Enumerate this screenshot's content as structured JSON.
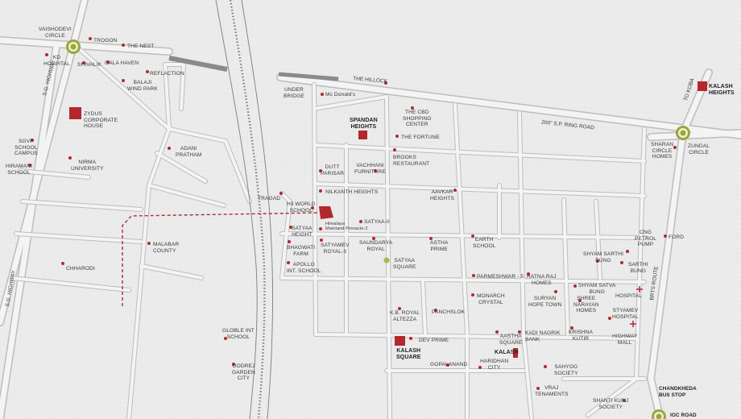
{
  "roads": {
    "sg_highway_top": "S.G. HIGHWAY",
    "sg_highway_bottom": "S.G. HIGHWAY",
    "the_hillock": "THE HILLOCK",
    "ring_road": "200\" S.P. RING ROAD",
    "koba_road": "TO KOBA",
    "brts_route": "BRTS ROUTE",
    "ioc_road": "IOC ROAD"
  },
  "landmarks": {
    "vaishodevi_circle": "VAISHODEVI\nCIRCLE",
    "kd_hospital": "KD\nHOSPITAL",
    "trogon": "TROGON",
    "the_nest": "THE NEST",
    "shivalik": "SHIVALIK",
    "gala_haven": "GALA HAVEN",
    "reflaction": "REFLACTION",
    "balaji_wind_park": "BALAJI\nWIND PARK",
    "zydus": "ZYDUS\nCORPORATE\nHOUSE",
    "sgvp": "SGVP\nSCHOOL\nCAMPUS",
    "nirma": "NIRMA\nUNIVERSITY",
    "hiramani": "HIRAMANI\nSCHOOL",
    "adani_pratham": "ADANI\nPRATHAM",
    "malabar_county": "MALABAR\nCOUNTY",
    "chharodi": "CHHARODI",
    "globle_int_school": "GLOBLE INT\nSCHOOL",
    "godrej_garden_city": "GODREJ\nGARDEN\nCITY",
    "under_bridge": "UNDER\nBRIDGE",
    "mcdonalds": "Mc Donald's",
    "spandan_heights": "SPANDAN\nHEIGHTS",
    "cbd_shopping": "THE CBD\nSHOPPING\nCENTER",
    "the_fortune": "THE FORTUNE",
    "dutt_parisar": "DUTT\nPARISAR",
    "vachhani_furniture": "VACHHANI\nFURNITURE",
    "brooks_restaurant": "BROOKS\nRESTAURANT",
    "tragad": "TRAGAD",
    "h3_world_school": "H3 WORLD\nSCHOOL",
    "nilkanth_heights": "NILKANTH HEIGHTS",
    "aavkar_heights": "AAVKAR\nHEIGHTS",
    "himalaya_mainland": "Himalaya\nMainland Pinnacle-2",
    "satyaa_ii": "SATYAA-II",
    "satyaa_height": "SATYAA\nHEIGHT",
    "bhagwati_farm": "BHAGWATI\nFARM",
    "satyamev_royal3": "SATYAMEV\nROYAL-3",
    "saundarya_royal": "SAUNDARYA\nROYAL",
    "astha_prime": "ASTHA\nPRIME",
    "earth_school": "EARTH\nSCHOOL",
    "apollo_int_school": "APOLLO\nINT. SCHOOL",
    "satyaa_square": "SATYAA\nSQUARE",
    "parmeshwar5": "PARMESHWAR - 5",
    "ratna_raj_homes": "RATNA RAJ\nHOMES",
    "shyam_satva_bung": "SHYAM SATVA\nBUNG",
    "shyam_sarthi_bung": "SHYAM SARTHI\nBUNG",
    "sarthi_bung": "SARTHI\nBUNG",
    "cng_petrol_pump": "CNG\nPETROL\nPUMP",
    "ford": "FORD",
    "sharan_circle_homes": "SHARAN\nCIRCLE\nHOMES",
    "zundal_circle": "ZUNDAL\nCIRCLE",
    "kalash_heights": "KALASH\nHEIGHTS",
    "monarch_crystal": "MONARCH\nCRYSTAL",
    "suryan_hope_town": "SURYAN\nHOPE TOWN",
    "shree_narayan_homes": "SHREE\nNARAYAN\nHOMES",
    "hospital": "HOSPITAL",
    "styamev_hospital": "STYAMEV\nHOSPITAL",
    "kb_royal_altezza": "K.B. ROYAL\nALTEZZA",
    "panchslok": "PANCHSLOK",
    "kalash_square": "KALASH\nSQUARE",
    "dev_prime": "DEV PRIME",
    "aastha_square": "AASTHA\nSQUARE",
    "kadi_nagrik_bank": "KADI NAGRIK\nBANK",
    "krishna_kutir": "KRISHNA\nKUTIR",
    "highway_mall": "HIGHWAY\nMALL",
    "kalash": "KALASH",
    "haridhan_city": "HARIDHAN\nCITY",
    "gopalanand": "GOPALANAND",
    "sahyog_society": "SAHYOG\nSOCIETY",
    "vraj_tenaments": "VRAJ\nTENAMENTS",
    "shanti_kunj_society": "SHANTI KUNJ\nSOCIETY",
    "chandkheda_bus_stop": "CHANDKHEDA\nBUS STOP",
    "ioc_circle": "IOC ROAD"
  },
  "colors": {
    "background": "#ebebeb",
    "road_fill": "#f4f4f4",
    "road_edge": "#bdbdbd",
    "marker": "#b3282d",
    "project_box": "#b3282d",
    "circle_ring": "#9aa63f",
    "railway": "#7d7d7d",
    "route": "#b3282d",
    "satyaa_square_dot": "#a7b84a"
  }
}
